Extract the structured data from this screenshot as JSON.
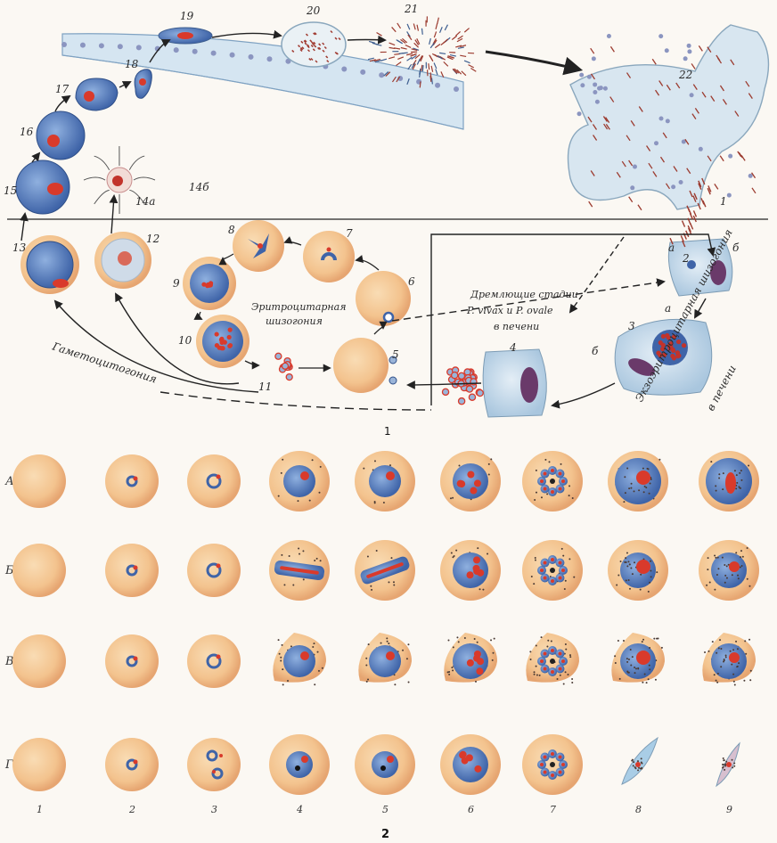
{
  "figure": {
    "caption_top": "1",
    "caption_bottom": "2"
  },
  "cycle": {
    "stage_numbers": {
      "s1": "1",
      "s2": "2",
      "s3": "3",
      "s4": "4",
      "s5": "5",
      "s6": "6",
      "s7": "7",
      "s8": "8",
      "s9": "9",
      "s10": "10",
      "s11": "11",
      "s12": "12",
      "s13": "13",
      "s14a": "14а",
      "s14b": "14б",
      "s15": "15",
      "s16": "16",
      "s17": "17",
      "s18": "18",
      "s19": "19",
      "s20": "20",
      "s21": "21",
      "s22": "22"
    },
    "letters": {
      "a1": "а",
      "b1": "б",
      "a2": "а",
      "b2": "б"
    },
    "text": {
      "dormant_1": "Дремлющие стадии",
      "dormant_2": "P. vivax и P. ovale",
      "dormant_3": "в печени",
      "ery_1": "Эритроцитарная",
      "ery_2": "шизогония",
      "gameto": "Гаметоцитогония",
      "exo_1": "Экзоэритроцитарная шизогония",
      "exo_2": "в печени"
    }
  },
  "grid": {
    "rows": [
      "А",
      "Б",
      "В",
      "Г"
    ],
    "columns": [
      "1",
      "2",
      "3",
      "4",
      "5",
      "6",
      "7",
      "8",
      "9"
    ]
  },
  "colors": {
    "erythrocyte": "#f3c38e",
    "cytoplasm": "#5b7fb8",
    "nucleus": "#d93a2b",
    "pigment": "#3a2a24",
    "epithelium": "#cfe0ee",
    "liver_cell": "#bcd4e6"
  }
}
